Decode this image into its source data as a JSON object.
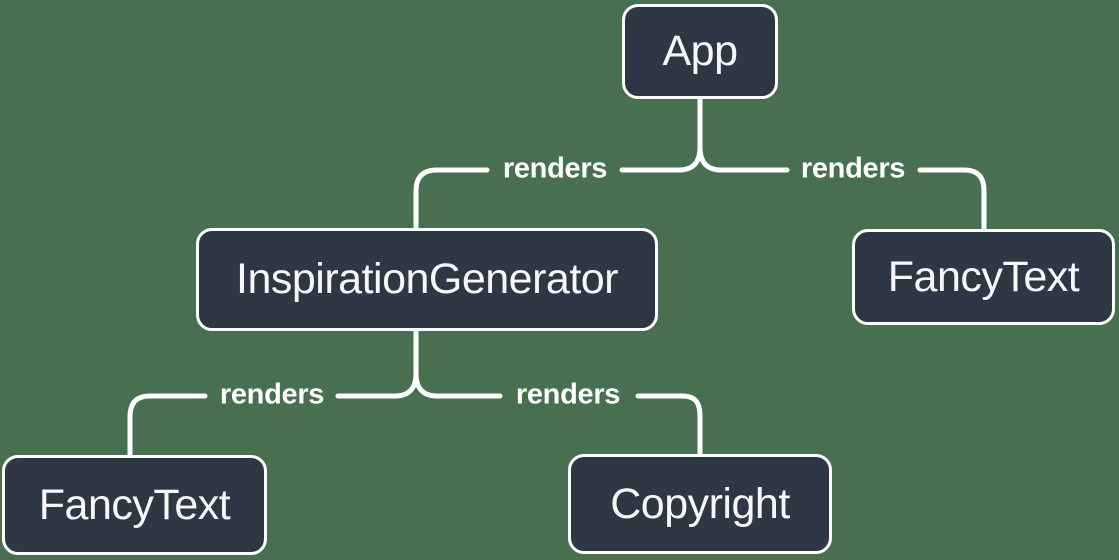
{
  "diagram": {
    "type": "tree",
    "nodes": [
      {
        "id": "app",
        "label": "App"
      },
      {
        "id": "inspiration-generator",
        "label": "InspirationGenerator"
      },
      {
        "id": "fancy-text-top",
        "label": "FancyText"
      },
      {
        "id": "fancy-text-bottom",
        "label": "FancyText"
      },
      {
        "id": "copyright",
        "label": "Copyright"
      }
    ],
    "edges": [
      {
        "from": "App",
        "to": "InspirationGenerator",
        "label": "renders"
      },
      {
        "from": "App",
        "to": "FancyText",
        "label": "renders"
      },
      {
        "from": "InspirationGenerator",
        "to": "FancyText",
        "label": "renders"
      },
      {
        "from": "InspirationGenerator",
        "to": "Copyright",
        "label": "renders"
      }
    ],
    "colors": {
      "background": "#487050",
      "node_fill": "#2E3844",
      "node_border": "#FFFFFF",
      "edge": "#FFFFFF",
      "text": "#F6F7F9"
    }
  }
}
